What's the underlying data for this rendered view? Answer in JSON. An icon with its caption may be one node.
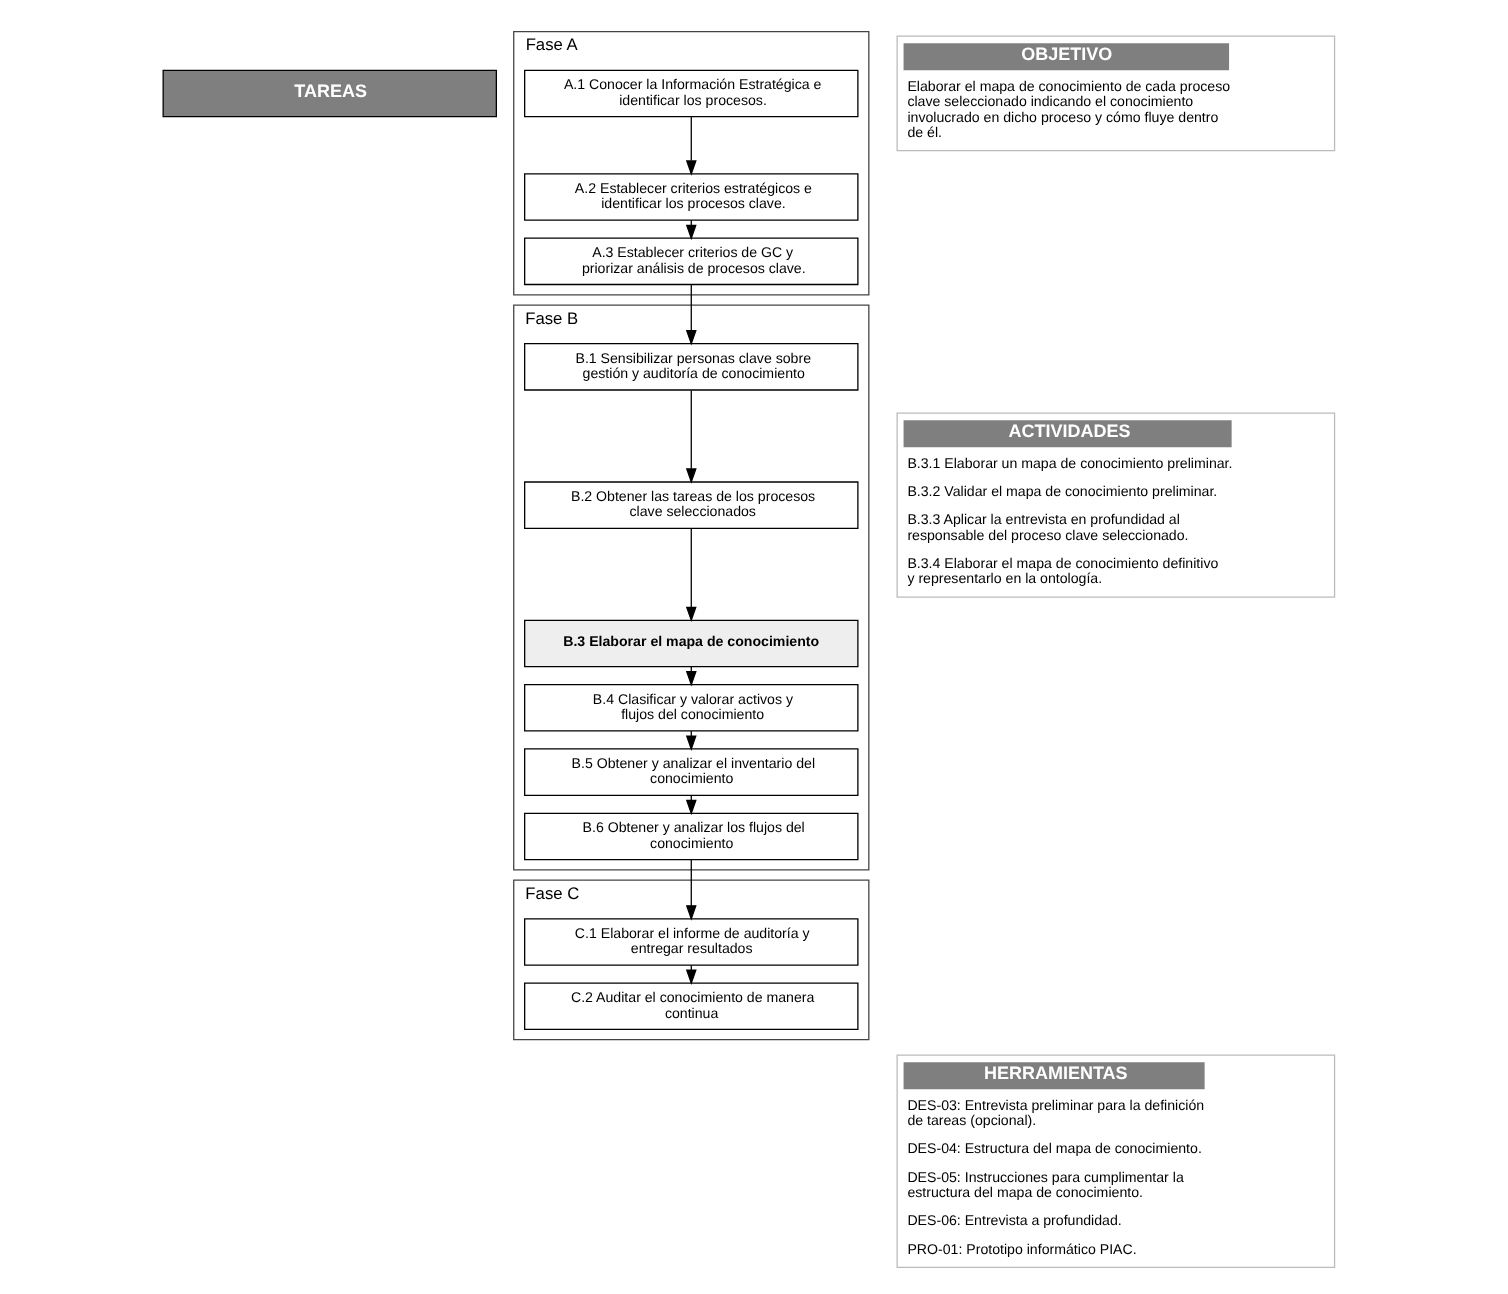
{
  "diagram": {
    "nodes": [
      {
        "text": [
          "TAREAS"
        ]
      },
      {
        "text": [
          "Fase A"
        ]
      },
      {
        "text": [
          "A.1 Conocer la Información Estratégica e identificar los procesos."
        ],
        "in": 1
      },
      {
        "text": [
          "A.2 Establecer criterios estratégicos e identificar los procesos clave."
        ],
        "in": 1
      },
      {
        "text": [
          "A.3 Establecer criterios de GC y priorizar análisis de procesos clave."
        ],
        "in": 1
      },
      {
        "text": [
          "Fase B"
        ]
      },
      {
        "text": [
          "B.1 Sensibilizar personas clave sobre gestión y auditoría de conocimiento"
        ],
        "in": 5
      },
      {
        "text": [
          "B.2 Obtener las tareas de los procesos clave seleccionados"
        ],
        "in": 5
      },
      {
        "text": [
          "B.3 Elaborar el mapa de conocimiento"
        ],
        "in": 5
      },
      {
        "text": [
          "B.4 Clasificar y valorar activos y flujos del conocimiento"
        ],
        "in": 5
      },
      {
        "text": [
          "B.5 Obtener y analizar el inventario del conocimiento"
        ],
        "in": 5
      },
      {
        "text": [
          "B.6 Obtener y analizar los flujos del conocimiento"
        ],
        "in": 5
      },
      {
        "text": [
          "Fase C"
        ]
      },
      {
        "text": [
          "C.1 Elaborar el informe de auditoría y entregar resultados"
        ],
        "in": 12
      },
      {
        "text": [
          "C.2 Auditar el conocimiento de manera continua"
        ],
        "in": 12
      },
      {
        "text": [
          "OBJETIVO",
          "Elaborar el mapa de conocimiento de cada proceso clave seleccionado indicando el conocimiento involucrado en dicho proceso y cómo fluye dentro de él."
        ]
      },
      {
        "text": [
          "ACTIVIDADES",
          "B.3.1 Elaborar un mapa de conocimiento preliminar.",
          "B.3.2 Validar el mapa de conocimiento preliminar.",
          "B.3.3 Aplicar la entrevista en profundidad al responsable del proceso clave seleccionado.",
          "B.3.4 Elaborar el mapa de conocimiento definitivo y representarlo en la ontología."
        ]
      },
      {
        "text": [
          "HERRAMIENTAS",
          "DES-03: Entrevista preliminar para la definición de tareas (opcional).",
          "DES-04: Estructura del mapa de conocimiento.",
          "DES-05: Instrucciones para cumplimentar la estructura del mapa de conocimiento.",
          "DES-06: Entrevista a profundidad.",
          "PRO-01: Prototipo informático PIAC."
        ]
      }
    ],
    "edges": [
      {
        "from": 2,
        "to": 3,
        "arrow": "to"
      },
      {
        "from": 3,
        "to": 4,
        "arrow": "to"
      },
      {
        "from": 4,
        "to": 6,
        "arrow": "to"
      },
      {
        "from": 6,
        "to": 7,
        "arrow": "to"
      },
      {
        "from": 7,
        "to": 8,
        "arrow": "to"
      },
      {
        "from": 8,
        "to": 9,
        "arrow": "to"
      },
      {
        "from": 9,
        "to": 10,
        "arrow": "to"
      },
      {
        "from": 10,
        "to": 11,
        "arrow": "to"
      },
      {
        "from": 11,
        "to": 13,
        "arrow": "to"
      },
      {
        "from": 13,
        "to": 14,
        "arrow": "to"
      }
    ]
  }
}
